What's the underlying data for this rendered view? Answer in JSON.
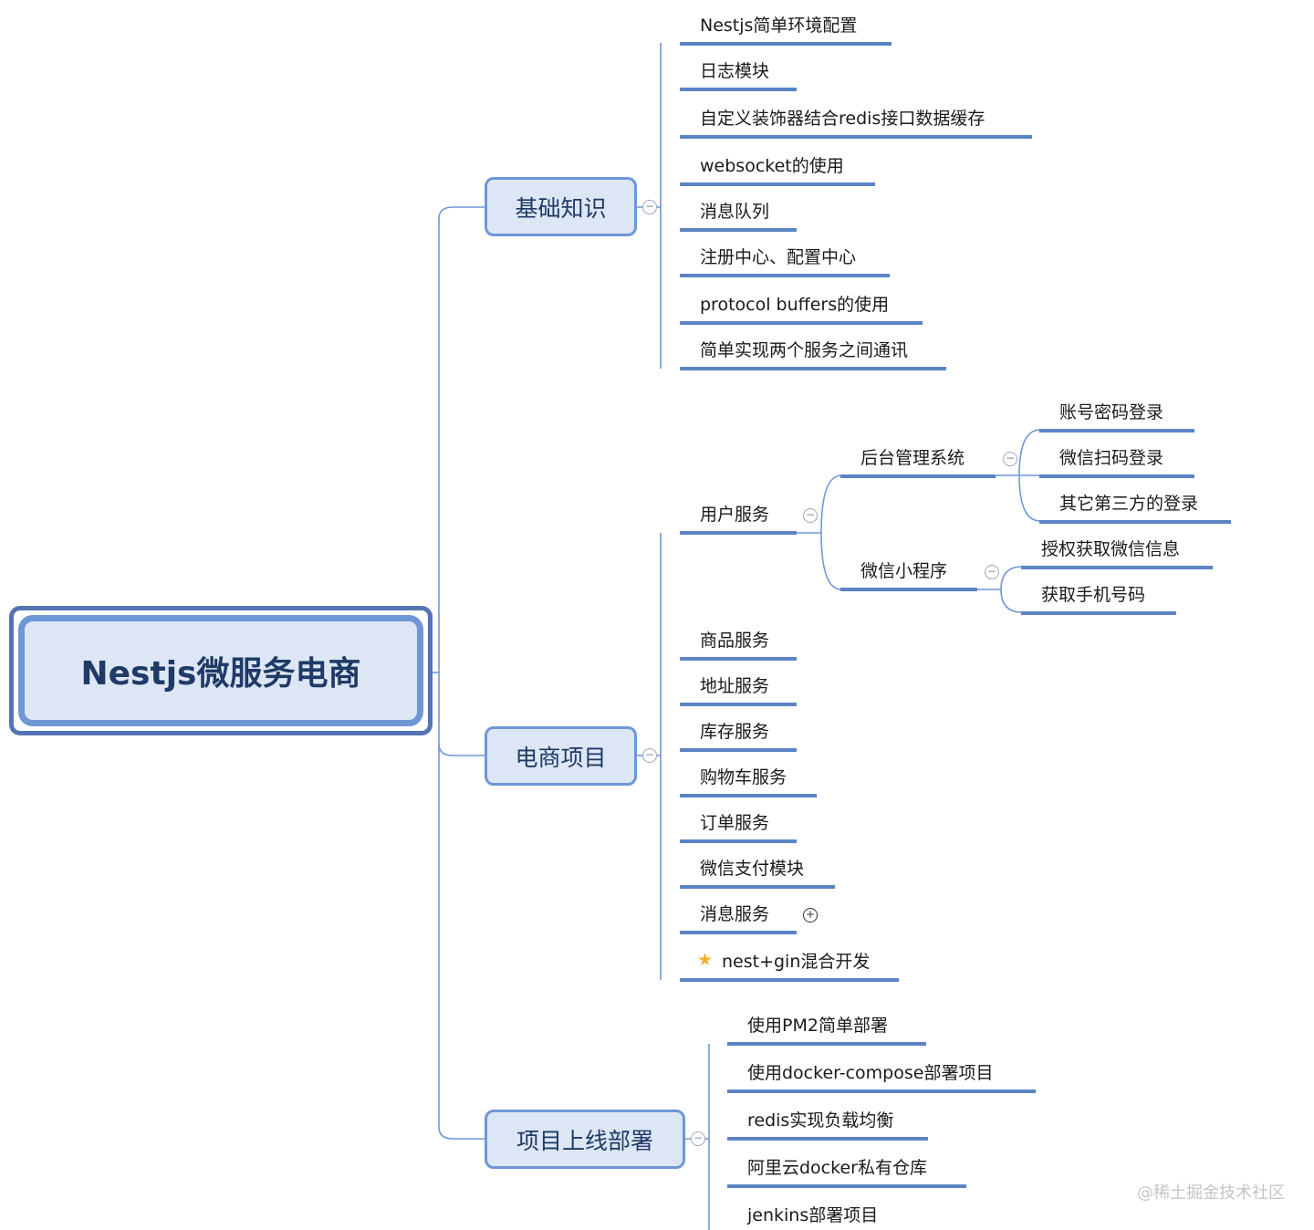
{
  "root": "Nestjs微服务电商",
  "basics": {
    "label": "基础知识",
    "items": [
      "Nestjs简单环境配置",
      "日志模块",
      "自定义装饰器结合redis接口数据缓存",
      "websocket的使用",
      "消息队列",
      "注册中心、配置中心",
      "protocol buffers的使用",
      "简单实现两个服务之间通讯"
    ]
  },
  "ecommerce": {
    "label": "电商项目",
    "user_service": {
      "label": "用户服务",
      "admin": {
        "label": "后台管理系统",
        "items": [
          "账号密码登录",
          "微信扫码登录",
          "其它第三方的登录"
        ]
      },
      "miniapp": {
        "label": "微信小程序",
        "items": [
          "授权获取微信信息",
          "获取手机号码"
        ]
      }
    },
    "items": [
      "商品服务",
      "地址服务",
      "库存服务",
      "购物车服务",
      "订单服务",
      "微信支付模块",
      "消息服务",
      "nest+gin混合开发"
    ]
  },
  "deploy": {
    "label": "项目上线部署",
    "items": [
      "使用PM2简单部署",
      "使用docker-compose部署项目",
      "redis实现负载均衡",
      "阿里云docker私有仓库",
      "jenkins部署项目"
    ]
  },
  "icons": {
    "collapse": "minus-circle-icon",
    "expand": "plus-circle-icon",
    "marker": "star-icon"
  },
  "colors": {
    "line": "#5b84c4",
    "node_fill": "#dde6f4",
    "node_border": "#6e97d6",
    "text": "#1f3a66",
    "star": "#f4b12a"
  },
  "toggle_symbols": {
    "collapse": "−",
    "expand": "+"
  },
  "watermark": "@稀土掘金技术社区"
}
